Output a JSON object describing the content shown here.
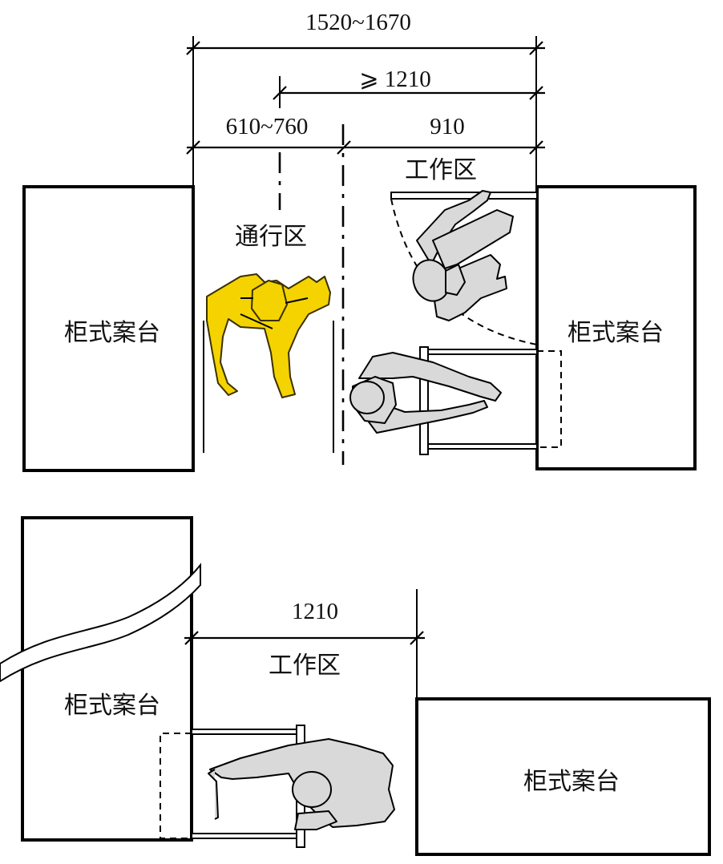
{
  "top_diagram": {
    "dimensions": {
      "overall": "1520~1670",
      "work_min": "⩾ 1210",
      "passage": "610~760",
      "work": "910"
    },
    "labels": {
      "passage_zone": "通行区",
      "work_zone": "工作区",
      "cabinet_left": "柜式案台",
      "cabinet_right": "柜式案台"
    }
  },
  "bottom_diagram": {
    "dimensions": {
      "work": "1210"
    },
    "labels": {
      "work_zone": "工作区",
      "cabinet_left": "柜式案台",
      "cabinet_right": "柜式案台"
    }
  },
  "colors": {
    "highlight_person": "#f4d300",
    "person": "#d9d9d9",
    "line": "#000000"
  }
}
